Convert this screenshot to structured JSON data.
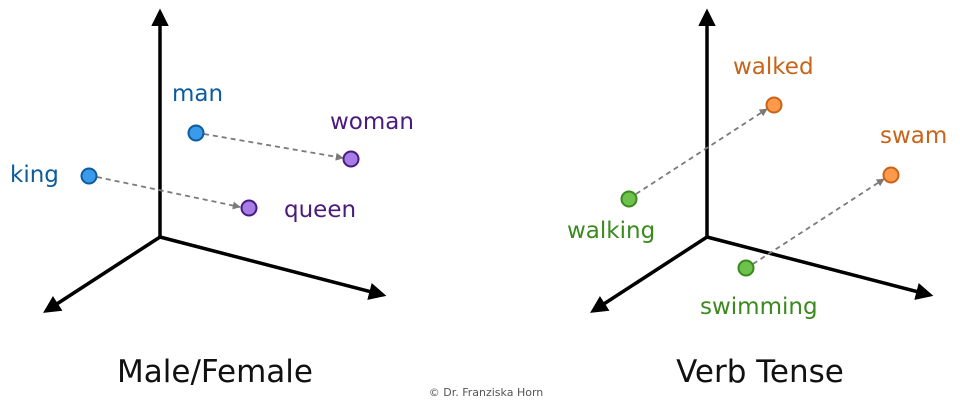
{
  "panels": [
    {
      "title": "Male/Female",
      "words": {
        "king": "king",
        "queen": "queen",
        "man": "man",
        "woman": "woman"
      }
    },
    {
      "title": "Verb Tense",
      "words": {
        "walking": "walking",
        "walked": "walked",
        "swimming": "swimming",
        "swam": "swam"
      }
    }
  ],
  "credit": "© Dr. Franziska Horn",
  "colors": {
    "male_text": "#0d5c9c",
    "male_fill": "#3a9bea",
    "male_stroke": "#0d5c9c",
    "female_text": "#4a1a7c",
    "female_fill": "#a87ce6",
    "female_stroke": "#4a1a7c",
    "present_text": "#3a8a1e",
    "present_fill": "#6cc24a",
    "present_stroke": "#3a8a1e",
    "past_text": "#c8641a",
    "past_fill": "#ff9a4a",
    "past_stroke": "#c8641a",
    "relation_arrow": "#7a7a7a",
    "axes": "#000000"
  }
}
